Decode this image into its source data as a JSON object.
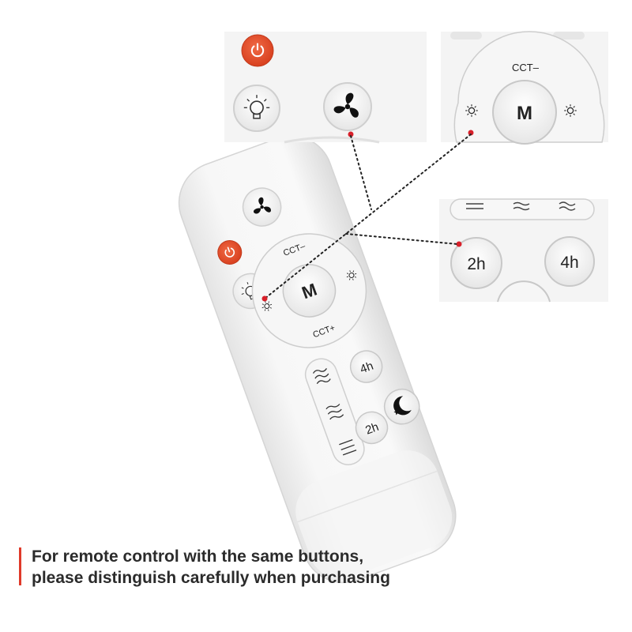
{
  "remote": {
    "labels": {
      "mode": "M",
      "cct_minus": "CCT–",
      "cct_plus": "CCT+",
      "timer_2h": "2h",
      "timer_4h": "4h"
    },
    "icons": [
      "power-icon",
      "light-bulb-icon",
      "fan-icon",
      "brightness-down-icon",
      "brightness-up-icon",
      "wind-low-icon",
      "wind-medium-icon",
      "wind-high-icon",
      "moon-star-icon"
    ],
    "colors": {
      "power": "#e8502f",
      "callout_dot": "#d8202a",
      "body": "#f3f3f3"
    }
  },
  "caption": {
    "line1": "For remote control with the same buttons,",
    "line2": "please distinguish carefully when purchasing"
  }
}
